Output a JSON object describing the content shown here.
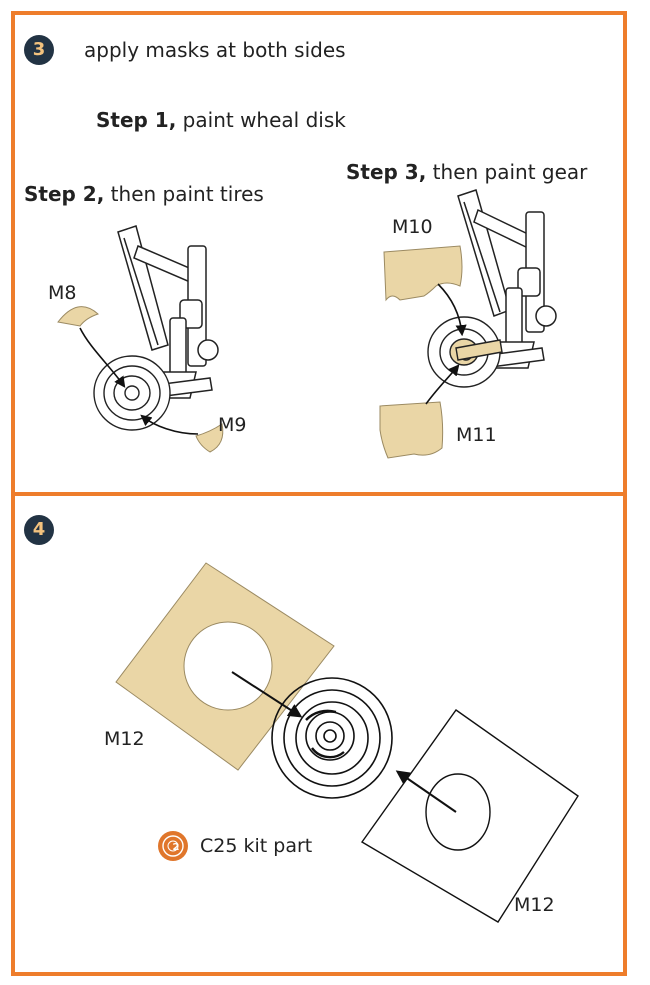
{
  "step3": {
    "badge": "3",
    "instruction": "apply masks at both sides",
    "step1_bold": "Step 1,",
    "step1_text": " paint wheal disk",
    "step2_bold": "Step 2,",
    "step2_text": " then paint tires",
    "step3_bold": "Step 3,",
    "step3_text": " then paint gear",
    "labels": {
      "m8": "M8",
      "m9": "M9",
      "m10": "M10",
      "m11": "M11"
    }
  },
  "step4": {
    "badge": "4",
    "labels": {
      "m12_left": "M12",
      "m12_right": "M12",
      "kit_part": "C25 kit part",
      "kit_icon": "2"
    }
  },
  "colors": {
    "frame": "#ee7d2b",
    "mask_fill": "#ead6a6",
    "badge_bg": "#223344",
    "badge_text": "#f3c27e",
    "kit_icon": "#e0762b"
  }
}
